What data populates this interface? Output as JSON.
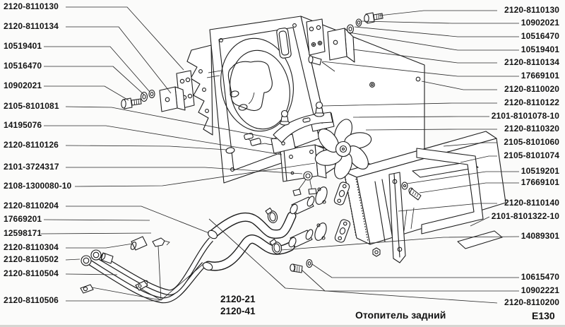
{
  "canvas": {
    "background": "#fbfbfa",
    "ink": "#1d1d1d"
  },
  "diagram": {
    "type": "exploded-parts-diagram",
    "caption": "Отопитель задний",
    "figure_code": "E130",
    "model_codes": {
      "line1": "2120-21",
      "line2": "2120-41"
    },
    "left_labels": [
      "2120-8110130",
      "2120-8110134",
      "10519401",
      "10516470",
      "10902021",
      "2105-8101081",
      "14195076",
      "2120-8110126",
      "2101-3724317",
      "2108-1300080-10",
      "2120-8110204",
      "17669201",
      "12598171",
      "2120-8110304",
      "2120-8110502",
      "2120-8110504",
      "2120-8110506"
    ],
    "right_labels": [
      "2120-8110130",
      "10902021",
      "10516470",
      "10519401",
      "2120-8110134",
      "17669101",
      "2120-8110020",
      "2120-8110122",
      "2101-8101078-10",
      "2120-8110320",
      "2105-8101060",
      "2105-8101074",
      "10519201",
      "17669101",
      "2120-8110140",
      "2101-8101322-10",
      "14089301",
      "10615470",
      "10902221",
      "2120-8110200"
    ]
  }
}
